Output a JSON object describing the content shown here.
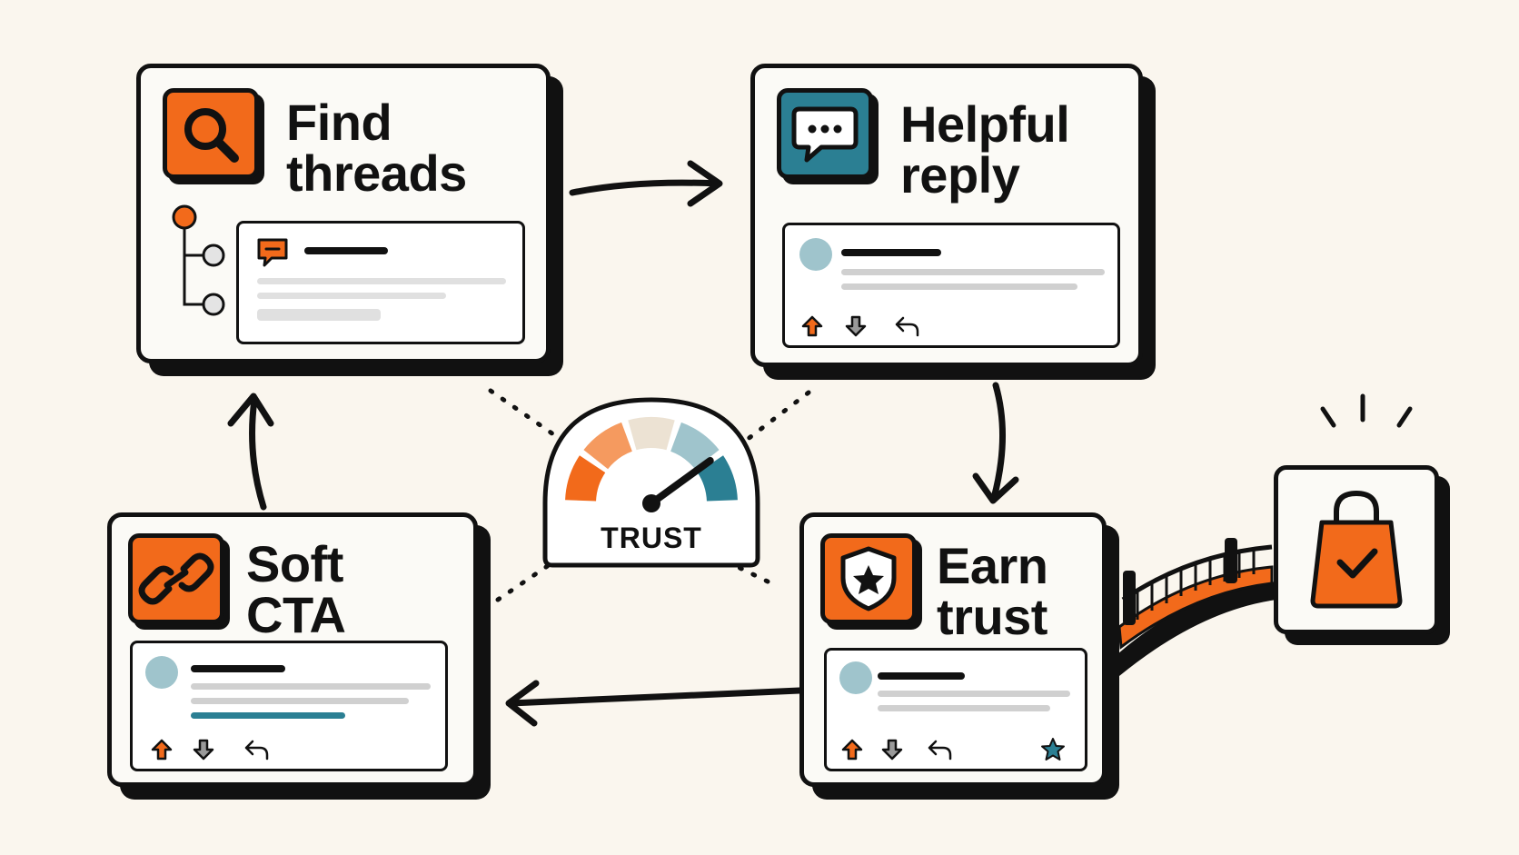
{
  "steps": {
    "find": {
      "title_line1": "Find",
      "title_line2": "threads",
      "icon": "search-icon",
      "icon_color": "#f26a1b"
    },
    "reply": {
      "title_line1": "Helpful",
      "title_line2": "reply",
      "icon": "chat-bubble-icon",
      "icon_color": "#2b7f93"
    },
    "earn": {
      "title_line1": "Earn",
      "title_line2": "trust",
      "icon": "shield-star-icon",
      "icon_color": "#f26a1b"
    },
    "cta": {
      "title_line1": "Soft",
      "title_line2": "CTA",
      "icon": "link-icon",
      "icon_color": "#f26a1b"
    }
  },
  "gauge": {
    "label": "TRUST",
    "level": 0.8,
    "segment_colors": [
      "#f26a1b",
      "#f59a5f",
      "#ece2d3",
      "#9fc4cc",
      "#2b7f93"
    ]
  },
  "goal": {
    "icon": "shopping-bag-check-icon",
    "color": "#f26a1b"
  },
  "colors": {
    "ink": "#111111",
    "orange": "#f26a1b",
    "teal": "#2b7f93",
    "paper": "#faf6ee"
  }
}
